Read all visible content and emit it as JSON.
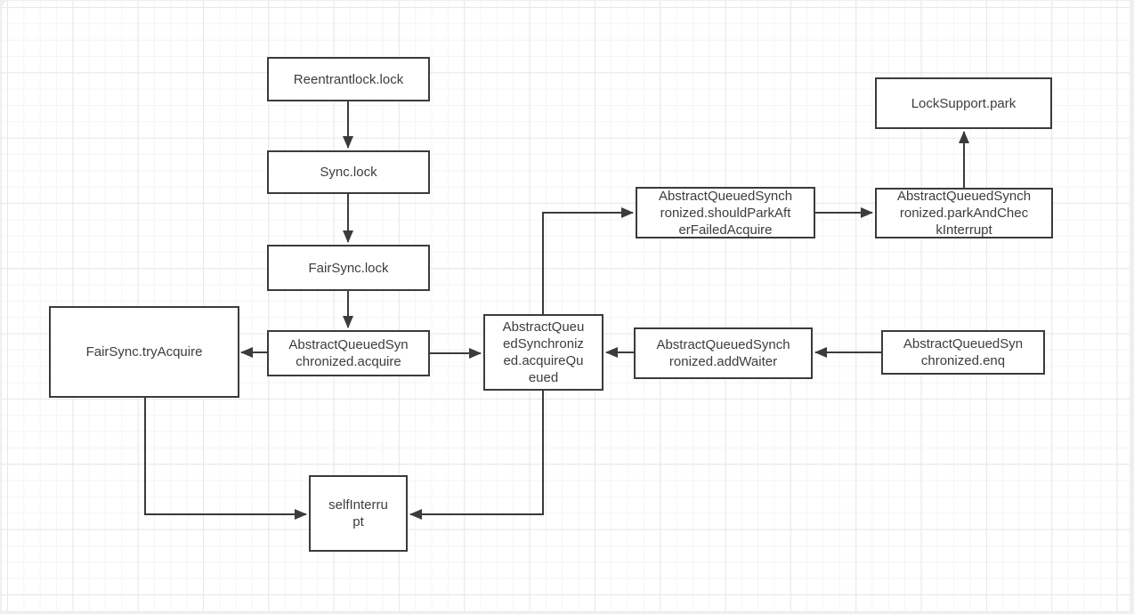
{
  "diagram": {
    "type": "flowchart",
    "topic": "ReentrantLock lock acquisition call flow",
    "nodes": [
      {
        "id": "reentrantlock-lock",
        "label": "Reentrantlock.lock"
      },
      {
        "id": "sync-lock",
        "label": "Sync.lock"
      },
      {
        "id": "fairsync-lock",
        "label": "FairSync.lock"
      },
      {
        "id": "aqs-acquire",
        "label": "AbstractQueuedSyn\nchronized.acquire"
      },
      {
        "id": "fairsync-tryacquire",
        "label": "FairSync.tryAcquire"
      },
      {
        "id": "aqs-acquirequeued",
        "label": "AbstractQueu\nedSynchroniz\ned.acquireQu\neued"
      },
      {
        "id": "aqs-shouldparkafterfailedacquire",
        "label": "AbstractQueuedSynch\nronized.shouldParkAft\nerFailedAcquire"
      },
      {
        "id": "aqs-parkandcheckinterrupt",
        "label": "AbstractQueuedSynch\nronized.parkAndChec\nkInterrupt"
      },
      {
        "id": "locksupport-park",
        "label": "LockSupport.park"
      },
      {
        "id": "aqs-addwaiter",
        "label": "AbstractQueuedSynch\nronized.addWaiter"
      },
      {
        "id": "aqs-enq",
        "label": "AbstractQueuedSyn\nchronized.enq"
      },
      {
        "id": "selfinterrupt",
        "label": "selfInterru\npt"
      }
    ],
    "edges": [
      {
        "from": "reentrantlock-lock",
        "to": "sync-lock"
      },
      {
        "from": "sync-lock",
        "to": "fairsync-lock"
      },
      {
        "from": "fairsync-lock",
        "to": "aqs-acquire"
      },
      {
        "from": "aqs-acquire",
        "to": "fairsync-tryacquire"
      },
      {
        "from": "aqs-acquire",
        "to": "aqs-acquirequeued"
      },
      {
        "from": "aqs-acquirequeued",
        "to": "aqs-shouldparkafterfailedacquire"
      },
      {
        "from": "aqs-shouldparkafterfailedacquire",
        "to": "aqs-parkandcheckinterrupt"
      },
      {
        "from": "aqs-parkandcheckinterrupt",
        "to": "locksupport-park"
      },
      {
        "from": "aqs-addwaiter",
        "to": "aqs-acquirequeued"
      },
      {
        "from": "aqs-enq",
        "to": "aqs-addwaiter"
      },
      {
        "from": "aqs-acquirequeued",
        "to": "selfinterrupt"
      },
      {
        "from": "fairsync-tryacquire",
        "to": "selfinterrupt"
      }
    ],
    "colors": {
      "node_border": "#3b3b3b",
      "node_fill": "#ffffff",
      "text": "#3d3d3d",
      "connector": "#3b3b3b",
      "grid_minor": "#f6f4f6",
      "grid_major": "#e9e7e9",
      "canvas_bg": "#ffffff",
      "page_bg": "#f0eef0"
    }
  }
}
